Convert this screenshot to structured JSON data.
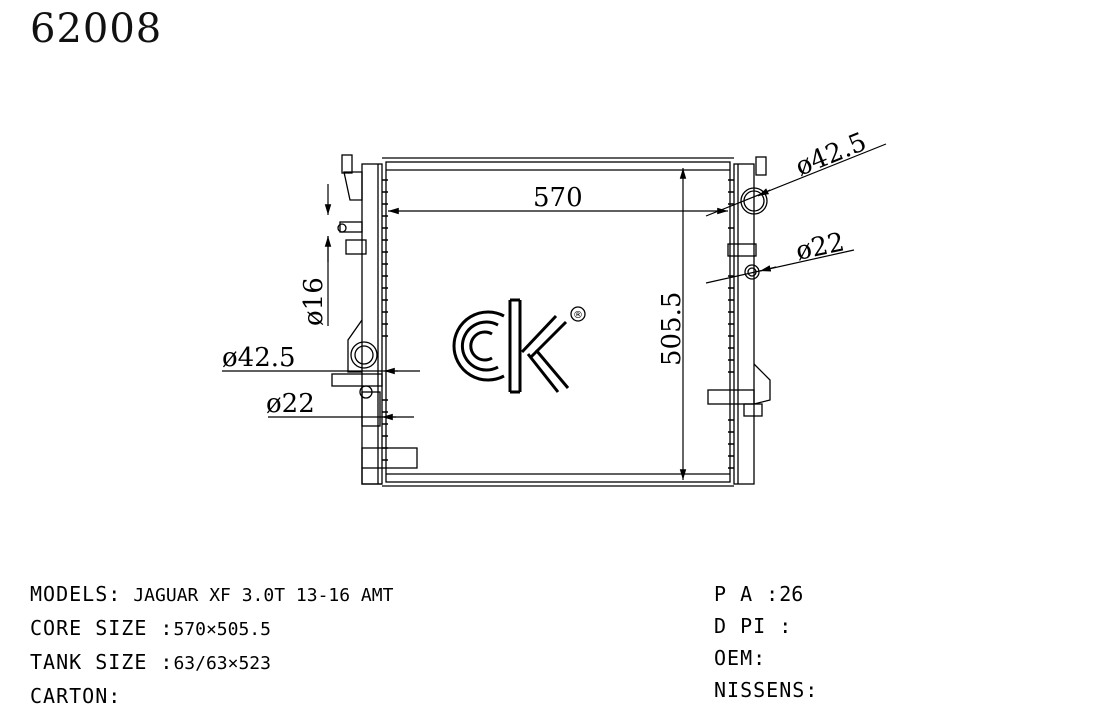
{
  "part_number": "62008",
  "logo": {
    "text": "ck",
    "registered": "®"
  },
  "dimensions": {
    "width": "570",
    "height": "505.5",
    "inlet_left": "ø42.5",
    "inlet_right": "ø42.5",
    "small_left": "ø22",
    "small_right": "ø22",
    "pin": "ø16"
  },
  "specs": {
    "models_label": "MODELS:",
    "models_value": "JAGUAR XF 3.0T 13-16 AMT",
    "core_label": "CORE SIZE :",
    "core_value": "570×505.5",
    "tank_label": "TANK SIZE :",
    "tank_value": "63/63×523",
    "carton_label": "CARTON:",
    "carton_value": "",
    "pa_label": "P A :",
    "pa_value": "26",
    "dpi_label": "D PI :",
    "dpi_value": "",
    "oem_label": "OEM:",
    "oem_value": "",
    "nissens_label": "NISSENS:",
    "nissens_value": ""
  }
}
